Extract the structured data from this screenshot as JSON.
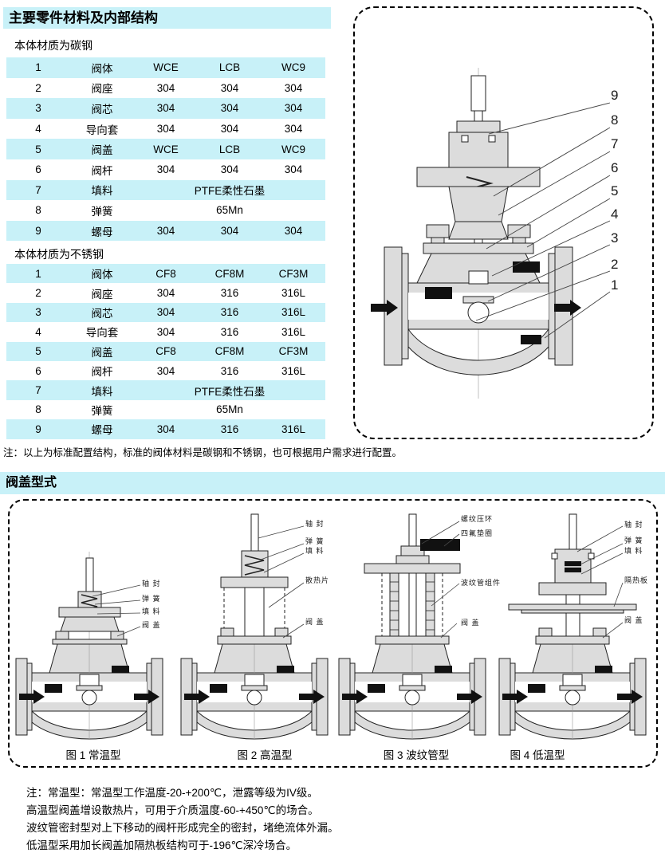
{
  "section1": {
    "title": "主要零件材料及内部结构",
    "table_carbon": {
      "caption": "本体材质为碳钢",
      "rows": [
        {
          "no": "1",
          "name": "阀体",
          "c1": "WCE",
          "c2": "LCB",
          "c3": "WC9"
        },
        {
          "no": "2",
          "name": "阀座",
          "c1": "304",
          "c2": "304",
          "c3": "304"
        },
        {
          "no": "3",
          "name": "阀芯",
          "c1": "304",
          "c2": "304",
          "c3": "304"
        },
        {
          "no": "4",
          "name": "导向套",
          "c1": "304",
          "c2": "304",
          "c3": "304"
        },
        {
          "no": "5",
          "name": "阀盖",
          "c1": "WCE",
          "c2": "LCB",
          "c3": "WC9"
        },
        {
          "no": "6",
          "name": "阀杆",
          "c1": "304",
          "c2": "304",
          "c3": "304"
        },
        {
          "no": "7",
          "name": "填料",
          "span": "PTFE柔性石墨"
        },
        {
          "no": "8",
          "name": "弹簧",
          "span": "65Mn"
        },
        {
          "no": "9",
          "name": "螺母",
          "c1": "304",
          "c2": "304",
          "c3": "304"
        }
      ]
    },
    "table_stainless": {
      "caption": "本体材质为不锈钢",
      "rows": [
        {
          "no": "1",
          "name": "阀体",
          "c1": "CF8",
          "c2": "CF8M",
          "c3": "CF3M"
        },
        {
          "no": "2",
          "name": "阀座",
          "c1": "304",
          "c2": "316",
          "c3": "316L"
        },
        {
          "no": "3",
          "name": "阀芯",
          "c1": "304",
          "c2": "316",
          "c3": "316L"
        },
        {
          "no": "4",
          "name": "导向套",
          "c1": "304",
          "c2": "316",
          "c3": "316L"
        },
        {
          "no": "5",
          "name": "阀盖",
          "c1": "CF8",
          "c2": "CF8M",
          "c3": "CF3M"
        },
        {
          "no": "6",
          "name": "阀杆",
          "c1": "304",
          "c2": "316",
          "c3": "316L"
        },
        {
          "no": "7",
          "name": "填料",
          "span": "PTFE柔性石墨"
        },
        {
          "no": "8",
          "name": "弹簧",
          "span": "65Mn"
        },
        {
          "no": "9",
          "name": "螺母",
          "c1": "304",
          "c2": "316",
          "c3": "316L"
        }
      ]
    },
    "note": "注：以上为标准配置结构，标准的阀体材料是碳钢和不锈钢，也可根据用户需求进行配置。",
    "diagram_callouts": [
      "9",
      "8",
      "7",
      "6",
      "5",
      "4",
      "3",
      "2",
      "1"
    ]
  },
  "section2": {
    "title": "阀盖型式",
    "figures": [
      {
        "caption": "图 1 常温型",
        "labels": [
          "轴 封",
          "弹 簧",
          "填 料",
          "阀 盖"
        ]
      },
      {
        "caption": "图 2 高温型",
        "labels": [
          "轴 封",
          "弹 簧",
          "填 料",
          "散热片",
          "阀 盖"
        ]
      },
      {
        "caption": "图 3 波纹管型",
        "labels": [
          "螺纹压环",
          "四氟垫圈",
          "波纹管组件",
          "阀 盖"
        ]
      },
      {
        "caption": "图 4 低温型",
        "labels": [
          "轴 封",
          "弹 簧",
          "填 料",
          "隔热板",
          "阀 盖"
        ]
      }
    ],
    "notes": [
      "注：常温型：常温型工作温度-20-+200℃，泄露等级为IV级。",
      "高温型阀盖增设散热片，可用于介质温度-60-+450℃的场合。",
      "波纹管密封型对上下移动的阀杆形成完全的密封，堵绝流体外漏。",
      "低温型采用加长阀盖加隔热板结构可于-196℃深冷场合。"
    ]
  },
  "colors": {
    "accent_cyan": "#c8f1f8"
  }
}
